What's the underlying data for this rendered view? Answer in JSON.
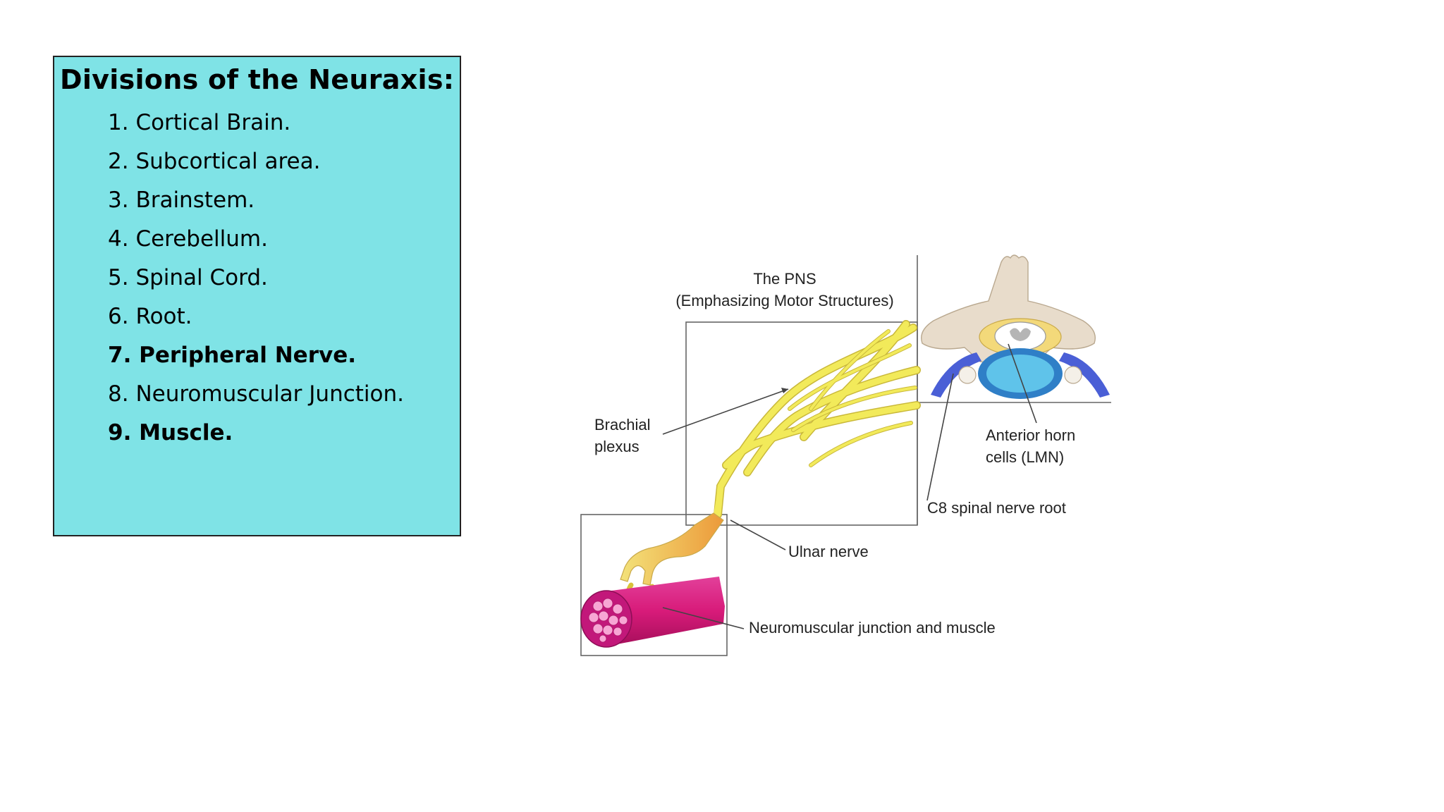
{
  "box": {
    "title": "Divisions of the Neuraxis:",
    "items": [
      {
        "num": "1.",
        "text": "Cortical Brain.",
        "bold": false
      },
      {
        "num": "2.",
        "text": "Subcortical area.",
        "bold": false
      },
      {
        "num": "3.",
        "text": "Brainstem.",
        "bold": false
      },
      {
        "num": "4.",
        "text": "Cerebellum.",
        "bold": false
      },
      {
        "num": "5.",
        "text": "Spinal Cord.",
        "bold": false
      },
      {
        "num": "6.",
        "text": "Root.",
        "bold": false
      },
      {
        "num": "7.",
        "text": "Peripheral Nerve.",
        "bold": true
      },
      {
        "num": "8.",
        "text": "Neuromuscular Junction.",
        "bold": false
      },
      {
        "num": "9.",
        "text": "Muscle.",
        "bold": true
      }
    ]
  },
  "figure": {
    "title_line1": "The PNS",
    "title_line2": "(Emphasizing Motor Structures)",
    "brachial_line1": "Brachial",
    "brachial_line2": "plexus",
    "anterior_line1": "Anterior horn",
    "anterior_line2": "cells (LMN)",
    "c8_root": "C8 spinal nerve root",
    "ulnar": "Ulnar nerve",
    "nmj": "Neuromuscular junction and muscle"
  },
  "colors": {
    "box_bg": "#7fe3e6",
    "nerve": "#f2ea5a",
    "nerve_dark": "#c9b83a",
    "muscle": "#d81b7a",
    "axon": "#f0a840",
    "root_blue": "#4a5fd6",
    "vertebra": "#e8dccb"
  }
}
